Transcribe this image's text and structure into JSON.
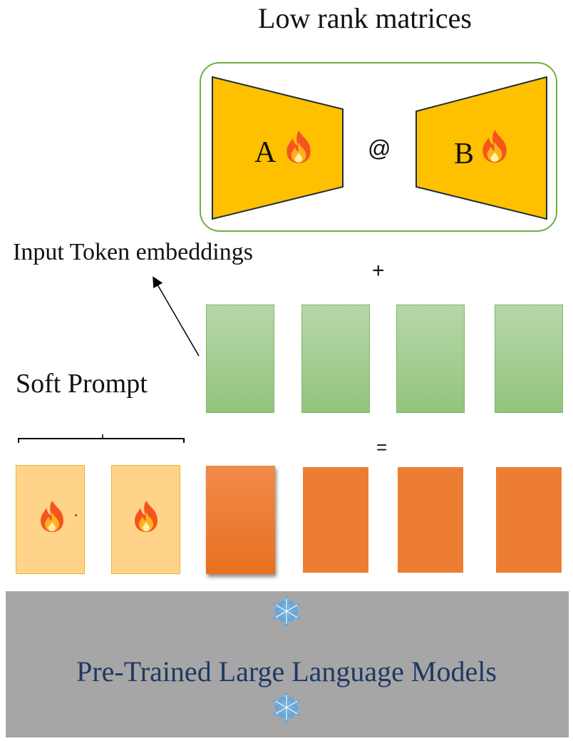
{
  "diagram": {
    "title": "Low rank matrices",
    "matrix_a_label": "A",
    "matrix_b_label": "B",
    "matmul_operator": "@",
    "plus_operator": "+",
    "equals_operator": "=",
    "input_label": "Input Token embeddings",
    "soft_prompt_label": "Soft Prompt",
    "llm_label": "Pre-Trained Large Language Models",
    "icons": {
      "trainable": "fire-icon",
      "frozen": "snowflake-icon"
    },
    "colors": {
      "low_rank_border": "#70ad47",
      "matrix_fill": "#ffc000",
      "embedding_fill": "#a9d18e",
      "soft_prompt_fill": "#ffd48a",
      "token_fill": "#ed7d31",
      "llm_panel": "#a6a6a6",
      "llm_text": "#1f3864"
    }
  }
}
